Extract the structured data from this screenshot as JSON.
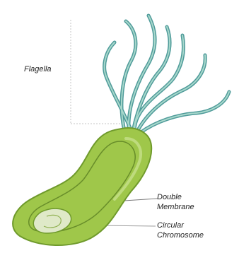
{
  "labels": {
    "flagella": "Flagella",
    "double_membrane": [
      "Double",
      "Membrane"
    ],
    "circular_chromosome": [
      "Circular",
      "Chromosome"
    ]
  },
  "colors": {
    "flagella_stroke": "#4f9b9a",
    "flagella_light": "#a8d8cc",
    "body_fill": "#9fc74a",
    "body_dark": "#6f9a2c",
    "membrane_line": "#5a7e22",
    "chromosome_fill": "#dfe9c8",
    "leader_line": "#b8b8b8"
  },
  "icons": {
    "bacterium": "helicobacter-pylori-bacterium-icon"
  }
}
